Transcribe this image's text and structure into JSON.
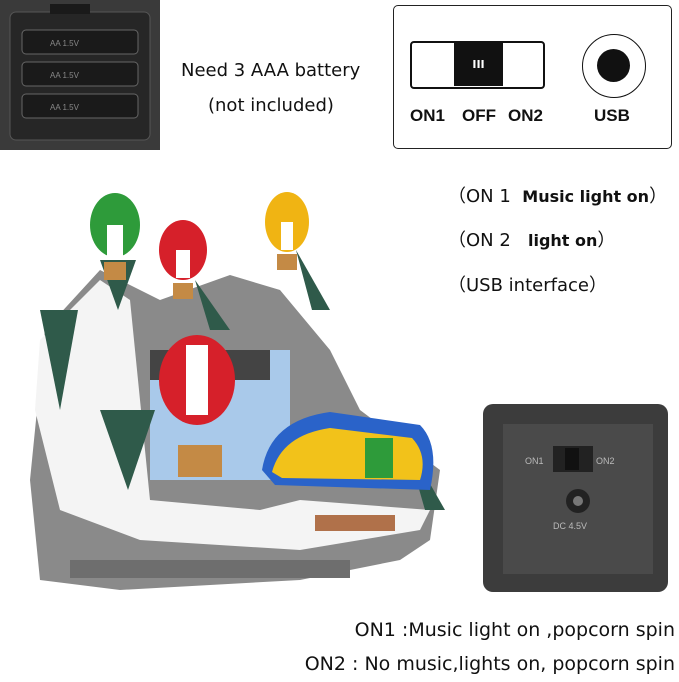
{
  "battery": {
    "line1": "Need 3 AAA battery",
    "line2": "(not included)",
    "cell_label": "AA 1.5V"
  },
  "diagram": {
    "switch_labels": [
      "ON1",
      "OFF",
      "ON2"
    ],
    "usb_label": "USB",
    "switch_grip": "III"
  },
  "modes": [
    {
      "prefix": "（ON 1",
      "desc": "Music  light on",
      "suffix": "）"
    },
    {
      "prefix": "（ON 2",
      "desc": "light on",
      "suffix": "）"
    },
    {
      "prefix": "（USB interface）",
      "desc": "",
      "suffix": ""
    }
  ],
  "photo_switch": {
    "on1": "ON1",
    "on2": "ON2",
    "rating": "DC 4.5V"
  },
  "notes": [
    "ON1 :Music light on ,popcorn spin",
    "ON2 : No music,lights on, popcorn spin"
  ],
  "colors": {
    "battery_box": "#2b2b2b",
    "mountain": "#8a8a8a",
    "snow": "#f4f4f4",
    "balloon_red": "#d6202a",
    "balloon_green": "#2e9b3a",
    "balloon_yellow": "#f0b413",
    "camper_blue": "#2a63c9",
    "camper_yellow": "#f2c21a"
  }
}
